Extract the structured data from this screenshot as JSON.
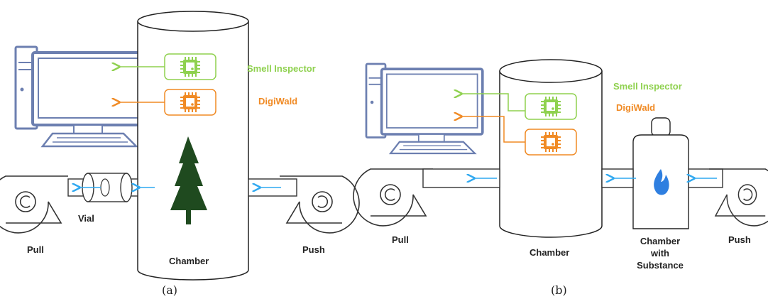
{
  "panel_a": {
    "caption": "(a)",
    "sensor_1": "Smell Inspector",
    "sensor_2": "DigiWald",
    "vial_label": "Vial",
    "pull_label": "Pull",
    "push_label": "Push",
    "chamber_label": "Chamber"
  },
  "panel_b": {
    "caption": "(b)",
    "sensor_1": "Smell Inspector",
    "sensor_2": "DigiWald",
    "pull_label": "Pull",
    "push_label": "Push",
    "chamber_label": "Chamber",
    "substance_label_lines": [
      "Chamber",
      "with",
      "Substance"
    ]
  },
  "colors": {
    "green": "#8fd14f",
    "orange": "#f08a24",
    "arrow_blue": "#2fa8f0",
    "monitor_blue": "#6c7fb0",
    "tree": "#1f4a1f",
    "flame": "#2f7fe0"
  }
}
